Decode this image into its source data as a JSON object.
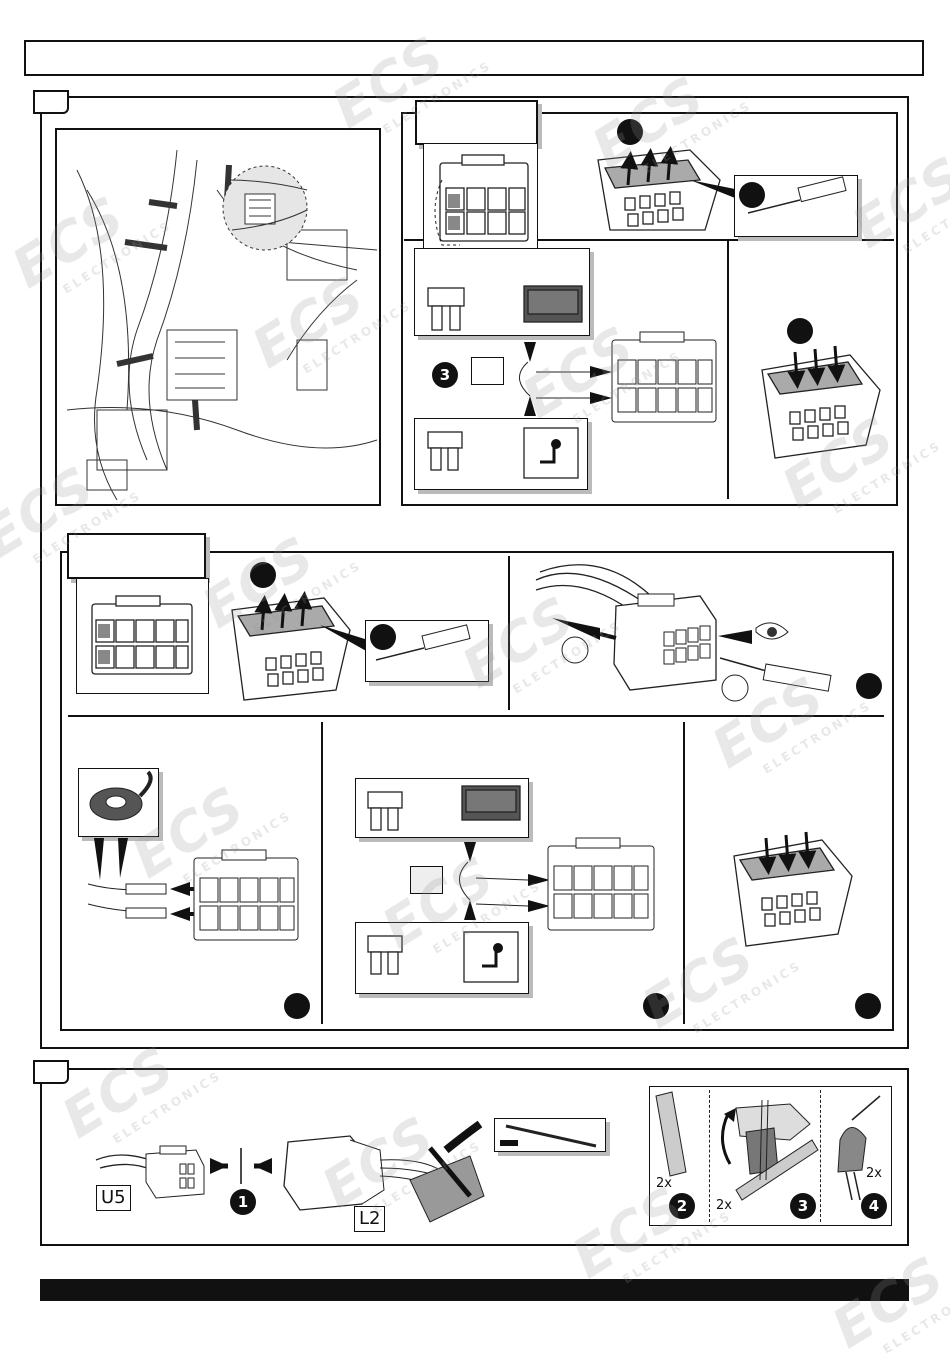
{
  "watermark": {
    "brand": "ECS",
    "sub": "ELECTRONICS"
  },
  "section_a": {
    "step_3": "3"
  },
  "section_b": {
    "steps": [
      "1",
      "2",
      "3",
      "4"
    ],
    "counts": [
      "2x",
      "2x",
      "2x"
    ],
    "labels": {
      "left": "U5",
      "right": "L2"
    }
  }
}
